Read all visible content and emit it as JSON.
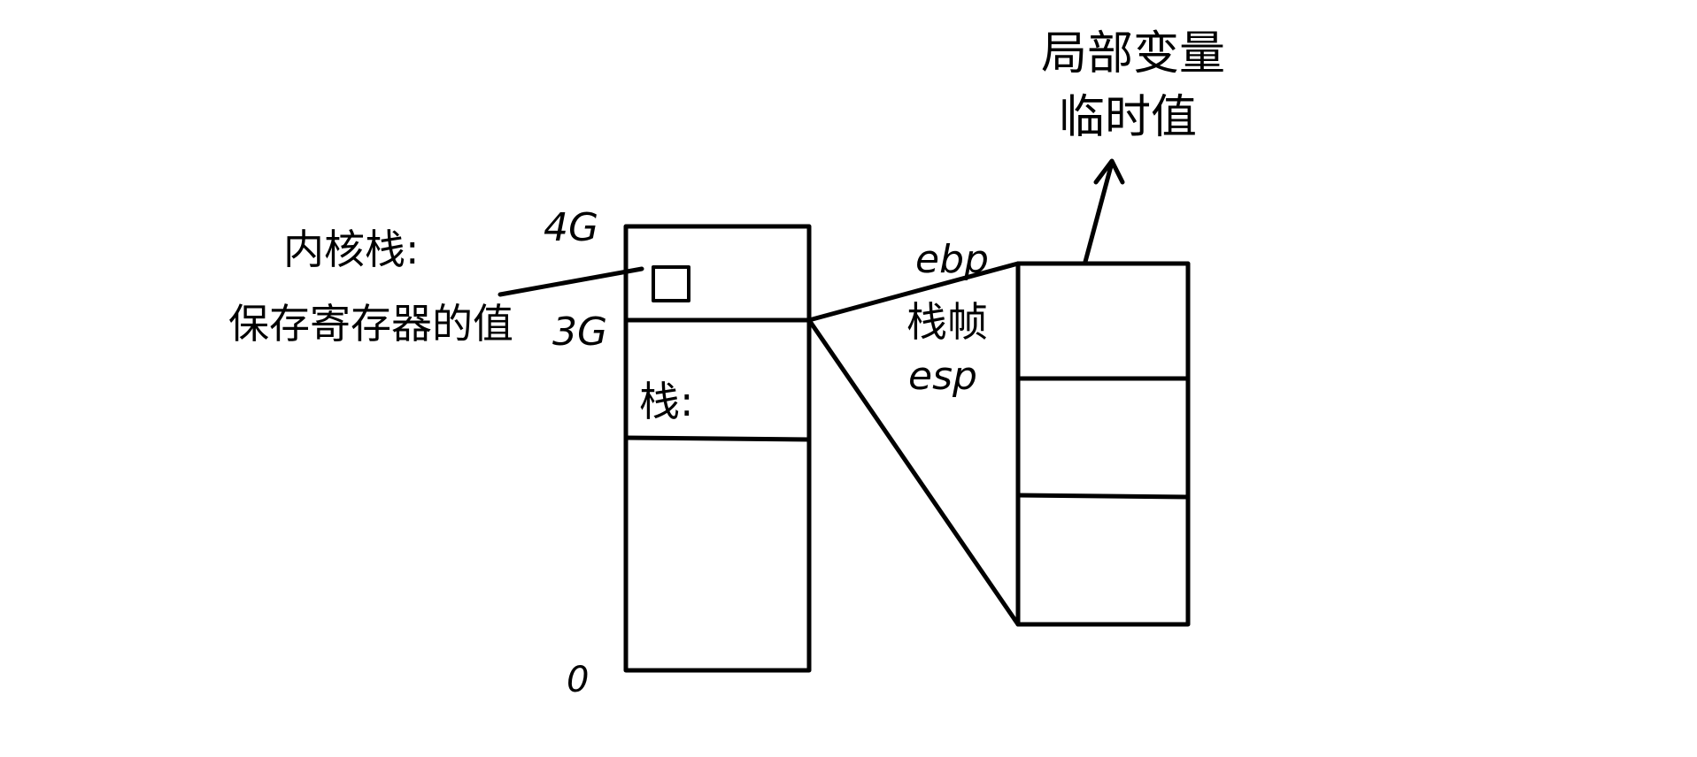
{
  "memory_column": {
    "label_4g": "4G",
    "label_3g": "3G",
    "label_0": "0",
    "stack_label": "栈:"
  },
  "kernel_stack": {
    "title": "内核栈:",
    "description": "保存寄存器的值"
  },
  "stack_frame": {
    "ebp": "ebp",
    "label": "栈帧",
    "esp": "esp"
  },
  "frame_contents": {
    "line1": "局部变量",
    "line2": "临时值"
  }
}
